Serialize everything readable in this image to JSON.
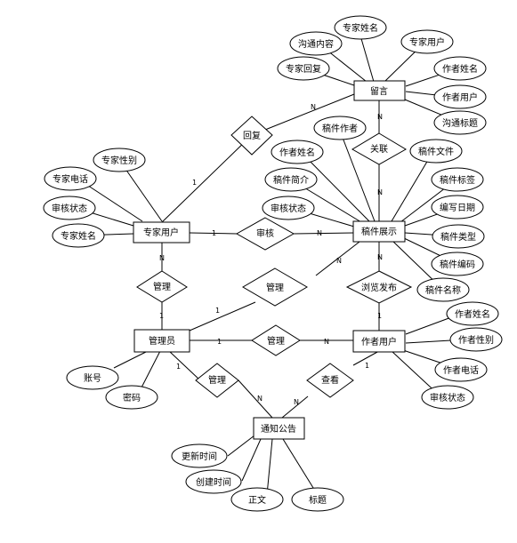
{
  "entities": {
    "liuyan": "留言",
    "expert": "专家用户",
    "works": "稿件展示",
    "admin": "管理员",
    "author": "作者用户",
    "notice": "通知公告"
  },
  "relationships": {
    "huifu": "回复",
    "guanlian": "关联",
    "shenhe": "审核",
    "guanli_expert": "管理",
    "guanli_works": "管理",
    "liulan": "浏览发布",
    "guanli_author": "管理",
    "guanli_notice": "管理",
    "chakan": "查看"
  },
  "attributes": {
    "liuyan": {
      "expert_name": "专家姓名",
      "content": "沟通内容",
      "expert_user": "专家用户",
      "expert_reply": "专家回复",
      "author_name": "作者姓名",
      "author_user": "作者用户",
      "title": "沟通标题"
    },
    "works": {
      "author": "稿件作者",
      "author_name": "作者姓名",
      "file": "稿件文件",
      "intro": "稿件简介",
      "tag": "稿件标签",
      "status": "审核状态",
      "date": "编写日期",
      "type": "稿件类型",
      "code": "稿件编码",
      "name": "稿件名称"
    },
    "expert": {
      "gender": "专家性别",
      "phone": "专家电话",
      "status": "审核状态",
      "name": "专家姓名"
    },
    "admin": {
      "account": "账号",
      "password": "密码"
    },
    "author": {
      "name": "作者姓名",
      "gender": "作者性别",
      "phone": "作者电话",
      "status": "审核状态"
    },
    "notice": {
      "update_time": "更新时间",
      "create_time": "创建时间",
      "body": "正文",
      "title": "标题"
    }
  },
  "cardinalities": {
    "one": "1",
    "many": "N"
  }
}
